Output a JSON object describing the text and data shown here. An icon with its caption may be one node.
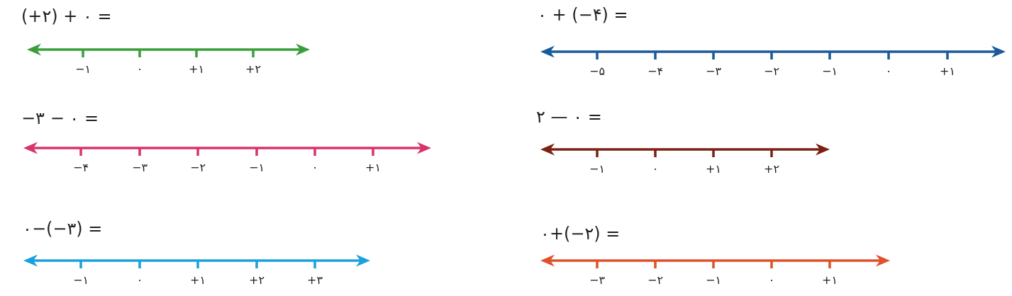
{
  "diagram": {
    "labels": [
      "(+۲) + ۰ =",
      "−۱",
      "۰",
      "+۱",
      "+۲",
      "۰ + (−۴) =",
      "−۵",
      "−۴",
      "−۳",
      "−۲",
      "−۱",
      "۰",
      "+۱",
      "−۳ − ۰ =",
      "−۴",
      "−۳",
      "−۲",
      "−۱",
      "۰",
      "+۱",
      "۲ — ۰ =",
      "−۱",
      "۰",
      "+۱",
      "+۲",
      "۰−(−۳) =",
      "−۱",
      "۰",
      "+۱",
      "+۲",
      "+۳",
      "۰+(−۲) =",
      "−۳",
      "−۲",
      "−۱",
      "۰",
      "+۱"
    ]
  }
}
